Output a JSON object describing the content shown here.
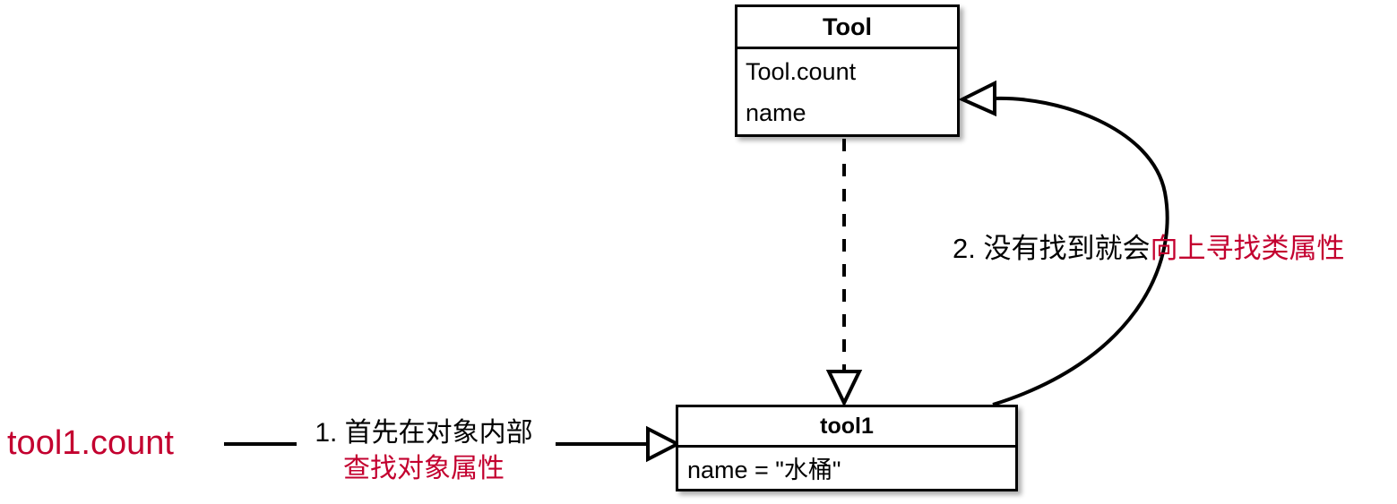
{
  "diagram": {
    "title_hidden": "",
    "colors": {
      "stroke": "#000000",
      "accent_red": "#c3002f",
      "background": "#ffffff"
    },
    "class_box": {
      "name": "Tool",
      "attributes": [
        "Tool.count",
        "name"
      ]
    },
    "instance_box": {
      "name": "tool1",
      "attributes": [
        "name = \"水桶\""
      ]
    },
    "expression": "tool1.count",
    "steps": [
      {
        "index": "1",
        "text_black": "1. 首先在对象内部",
        "text_red": "查找对象属性"
      },
      {
        "index": "2",
        "text_black": "2. 没有找到就会",
        "text_red": "向上寻找类属性"
      }
    ],
    "connectors": [
      {
        "name": "expression-to-step1-line",
        "style": "solid",
        "arrowhead": "none"
      },
      {
        "name": "step1-to-instance-arrow",
        "style": "solid",
        "arrowhead": "hollow-triangle"
      },
      {
        "name": "class-to-instance-dashed-arrow",
        "style": "dashed",
        "arrowhead": "hollow-triangle"
      },
      {
        "name": "instance-to-class-curved-arrow",
        "style": "solid",
        "arrowhead": "hollow-triangle"
      }
    ]
  }
}
